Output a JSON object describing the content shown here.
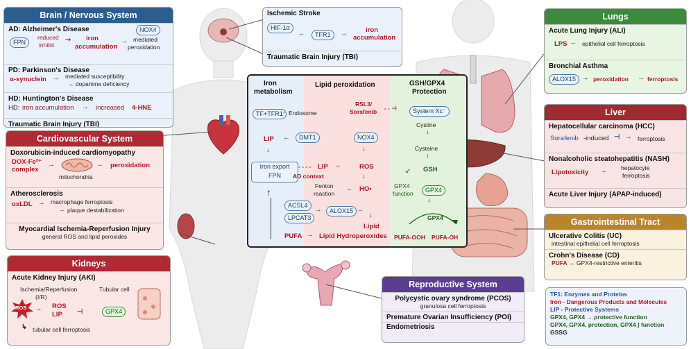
{
  "brain": {
    "title": "Brain / Nervous System",
    "ad_title": "AD: Alzheimer's Disease",
    "ad_fpn": "FPN",
    "ad_reduced": "reduced",
    "ad_inhibit": "inhibit",
    "ad_iron": "iron",
    "ad_accum": "accumulation",
    "ad_nox4": "NOX4",
    "ad_mediated": "mediated",
    "ad_perox": "peroxidation",
    "pd_title": "PD: Parkinson's Disease",
    "pd_syn": "α-synuclein",
    "pd_line1": "mediated susceptibility",
    "pd_line2": "→ dopamine deficiency",
    "hd_title": "HD: Huntington's Disease",
    "hd_prefix": "HD:",
    "hd_iron": "iron accumulation",
    "hd_increased": "increased",
    "hd_4hne": "4-HNE",
    "tbi": "Traumatic Brain Injury (TBI)"
  },
  "stroke": {
    "title": "Ischemic Stroke",
    "hif": "HIF-1α",
    "tfr1": "TFR1",
    "iron": "iron",
    "accum": "accumulation",
    "tbi": "Traumatic Brain Injury (TBI)"
  },
  "cardio": {
    "title": "Cardiovascular System",
    "dox_title": "Doxorubicin-induced cardiomyopathy",
    "dox_complex1": "DOX-Fe²⁺",
    "dox_complex2": "complex",
    "mito": "mitochondria",
    "perox": "peroxidation",
    "ath_title": "Atherosclerosis",
    "oxldl": "oxLDL",
    "ath_l1": "macrophage ferroptosis",
    "ath_l2": "plaque destabilization",
    "mi_title": "Myocardial Ischemia-Reperfusion Injury",
    "mi_text": "general ROS and lipid peroxides"
  },
  "kidneys": {
    "title": "Kidneys",
    "aki_title": "Acute Kidney Injury (AKI)",
    "ir1": "Ischemia/Reperfusion",
    "ir2": "(I/R)",
    "tubular": "Tubular cell",
    "ros_burst": "ROS",
    "ros": "ROS",
    "lip": "LIP",
    "gpx4": "GPX4",
    "outcome": "tubular cell ferroptosis"
  },
  "center": {
    "iron_title1": "Iron",
    "iron_title2": "metabolism",
    "lipid_title": "Lipid peroxidation",
    "gsh_title1": "GSH/GPX4",
    "gsh_title2": "Protection",
    "tf": "TF+TFR1",
    "endosome": "Endosome",
    "dmt1": "DMT1",
    "lip1": "LIP",
    "iron_export1": "Iron export",
    "iron_export2": "FPN",
    "ad_context": "AD context",
    "lip2": "LIP",
    "fenton1": "Fenton",
    "fenton2": "reaction",
    "ros": "ROS",
    "ho": "HO•",
    "nox4": "NOX4",
    "rsl3a": "RSL3/",
    "rsl3b": "Sorafenib",
    "acsl4": "ACSL4",
    "lpcat3": "LPCAT3",
    "alox15": "ALOX15",
    "lipid1": "Lipid",
    "pufa": "PUFA",
    "hydro": "Lipid Hydroperoxides",
    "systemxc": "System Xc⁻",
    "cystine": "Cystine",
    "cysteine": "Cysteine",
    "gsh": "GSH",
    "gpx4_fn1": "GPX4",
    "gpx4_fn2": "function",
    "gpx4a": "GPX4",
    "gpx4b": "GPX4",
    "pufa_ooh": "PUFA-OOH",
    "pufa_oh": "PUFA-OH"
  },
  "lungs": {
    "title": "Lungs",
    "ali_title": "Acute Lung Injury (ALI)",
    "lps": "LPS",
    "ali_text": "epithelial cell ferroptosis",
    "asthma_title": "Bronchial Asthma",
    "alox15": "ALOX15",
    "perox": "peroxidation",
    "ferro": "ferroptosis"
  },
  "liver": {
    "title": "Liver",
    "hcc_title": "Hepatocellular carcinoma (HCC)",
    "sorafenib": "Sorafenib",
    "induced": "-induced",
    "hcc_out": "ferroptosis",
    "nash_title": "Nonalcoholic steatohepatitis (NASH)",
    "lipotox": "Lipotoxicity",
    "nash_l1": "hepatocyte",
    "nash_l2": "ferroptosis",
    "apap": "Acute Liver Injury (APAP-induced)"
  },
  "gi": {
    "title": "Gastrointestinal Tract",
    "uc_title": "Ulcerative Colitis (UC)",
    "uc_text": "intestinal epithelial cell ferroptosis",
    "cd_title": "Crohn's Disease (CD)",
    "pufa": "PUFA",
    "cd_text": "GPX4-restrictive enteritis"
  },
  "repro": {
    "title": "Reproductive System",
    "pcos": "Polycystic ovary syndrome (PCOS)",
    "pcos_text": "granulosa cell ferroptosis",
    "poi": "Premature Ovarian Insufficiency (POI)",
    "endo": "Endometriosis"
  },
  "legend": {
    "l1": "TF1: Enzymes and Proteins",
    "l2": "Iron - Dangerous Products and Molecules",
    "l3": "LIP - Protective Systems",
    "l4": "GPX4, GPX4 → protective function",
    "l5": "GPX4, GPX4, protection, GPX4 | function",
    "l6": "GSSG"
  },
  "colors": {
    "brain_head": "#2c5d8f",
    "cardio_head": "#b02a33",
    "kidney_head": "#b02a33",
    "lungs_head": "#3c8a3c",
    "liver_head": "#9e2b30",
    "gi_head": "#b8862a",
    "repro_head": "#5b3d94",
    "iron_bg": "#e6eff9",
    "lipid_bg": "#fbe0e0",
    "gsh_bg": "#e3f2dc"
  }
}
